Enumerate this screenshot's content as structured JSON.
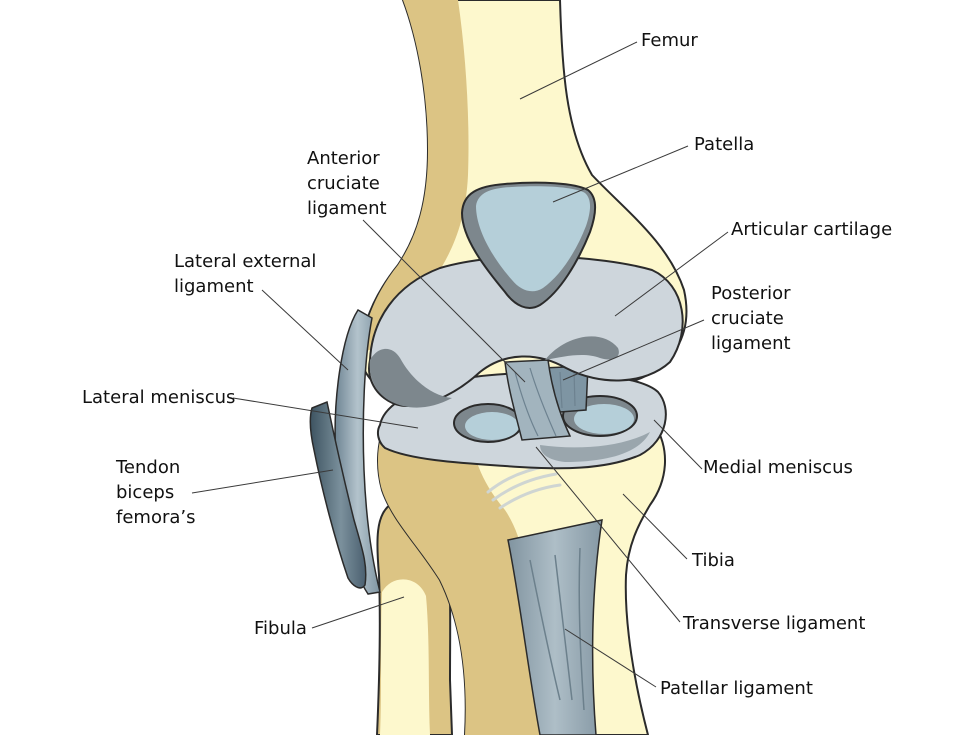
{
  "labels": {
    "femur": "Femur",
    "patella": "Patella",
    "anterior_cruciate": "Anterior\ncruciate\nligament",
    "articular_cartilage": "Articular cartilage",
    "lateral_external": "Lateral external\nligament",
    "posterior_cruciate": "Posterior\ncruciate\nligament",
    "lateral_meniscus": "Lateral meniscus",
    "medial_meniscus": "Medial meniscus",
    "tendon_biceps": "Tendon\nbiceps\nfemora’s",
    "tibia": "Tibia",
    "fibula": "Fibula",
    "transverse_ligament": "Transverse ligament",
    "patellar_ligament": "Patellar ligament"
  },
  "colors": {
    "bone_light": "#fdf8cd",
    "bone_dark": "#dcc484",
    "cartilage": "#ced6dc",
    "cartilage_dark": "#7d878d",
    "patella": "#b5cfd9",
    "ligament": "#93a6b2",
    "ligament_dark": "#4e6270",
    "outline": "#2b2b2b",
    "leader": "#3a3a3a"
  }
}
